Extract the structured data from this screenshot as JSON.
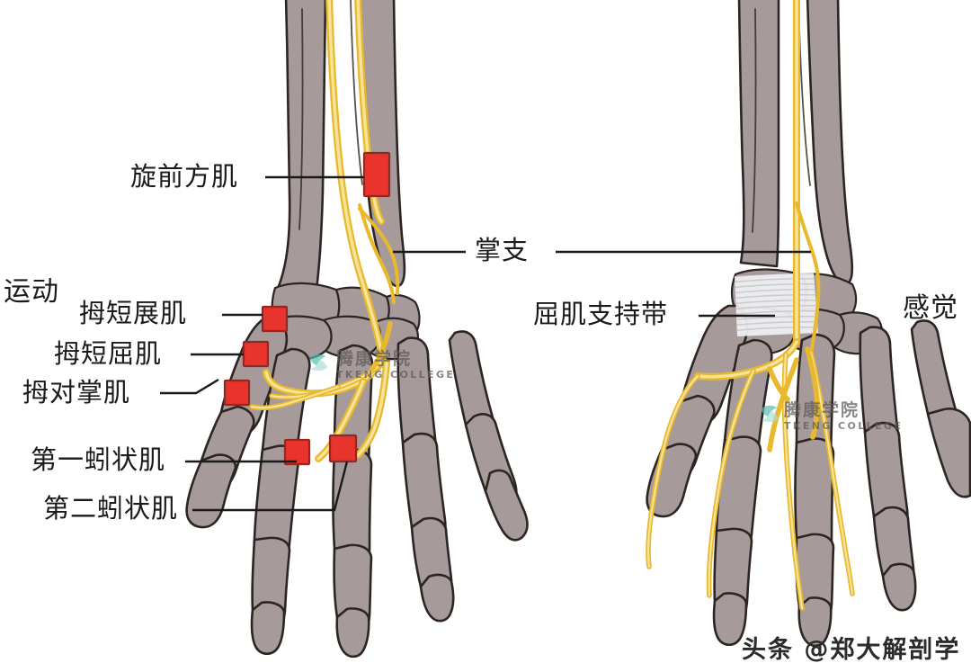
{
  "figure": {
    "title_absent": true,
    "side_headings": {
      "motor": "运动",
      "sensory": "感觉"
    },
    "left_panel_labels": [
      {
        "id": "pronator-quadratus",
        "text": "旋前方肌"
      },
      {
        "id": "abductor-pollicis-brevis",
        "text": "拇短展肌"
      },
      {
        "id": "flexor-pollicis-brevis",
        "text": "拇短屈肌"
      },
      {
        "id": "opponens-pollicis",
        "text": "拇对掌肌"
      },
      {
        "id": "first-lumbrical",
        "text": "第一蚓状肌"
      },
      {
        "id": "second-lumbrical",
        "text": "第二蚓状肌"
      }
    ],
    "center_label": {
      "id": "palmar-branch",
      "text": "掌支"
    },
    "right_panel_labels": [
      {
        "id": "flexor-retinaculum",
        "text": "屈肌支持带"
      }
    ],
    "colors": {
      "bone_fill": "#a79a9b",
      "bone_stroke": "#2c2522",
      "nerve_yellow": "#f0c538",
      "nerve_yellow_light": "#f6dd8e",
      "marker_red": "#e8342c",
      "marker_red_stroke": "#8e2a22",
      "retinaculum": "#f3f3f5",
      "leader_line": "#1a1a1a",
      "background": "#ffffff",
      "watermark_gray": "#5d5a58",
      "watermark_teal": "#58bdb0"
    }
  },
  "watermarks": {
    "left": {
      "cn": "腾康学院",
      "en": "TKENG COLLEGE"
    },
    "right": {
      "cn": "腾康学院",
      "en": "TKENG COLLEGE"
    },
    "credit": "头条 @郑大解剖学"
  }
}
